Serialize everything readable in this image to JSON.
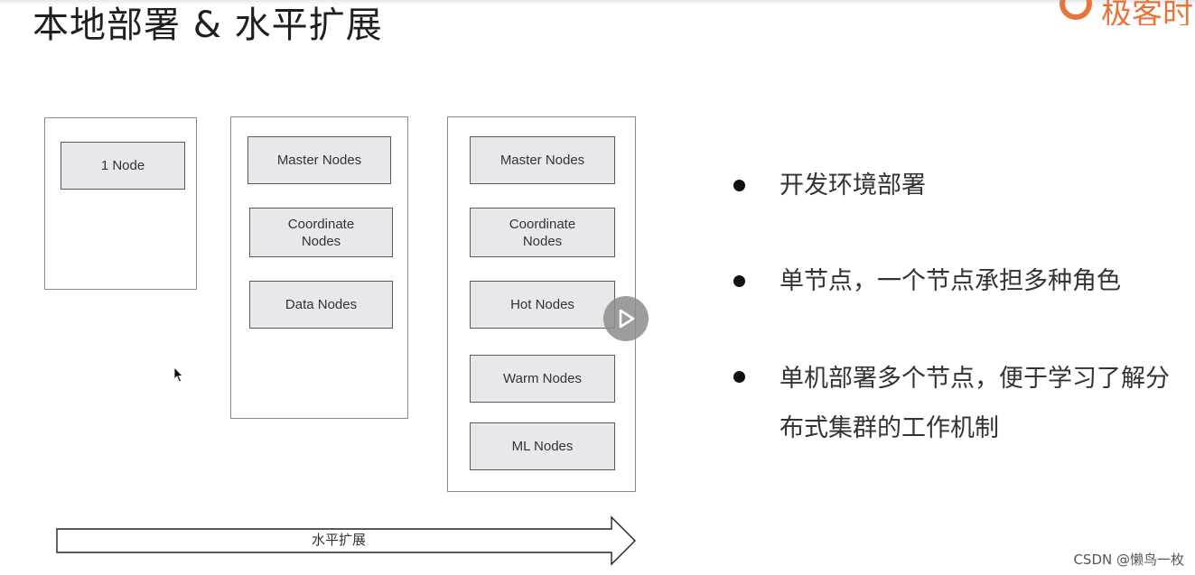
{
  "slide": {
    "title": "本地部署 & 水平扩展",
    "logo_text": "极客时"
  },
  "columns": [
    {
      "nodes": [
        "1 Node"
      ]
    },
    {
      "nodes": [
        "Master Nodes",
        "Coordinate\nNodes",
        "Data Nodes"
      ]
    },
    {
      "nodes": [
        "Master Nodes",
        "Coordinate\nNodes",
        "Hot Nodes",
        "Warm Nodes",
        "ML Nodes"
      ]
    }
  ],
  "arrow_label": "水平扩展",
  "bullets": [
    "开发环境部署",
    "单节点，一个节点承担多种角色",
    "单机部署多个节点，便于学习了解分布式集群的工作机制"
  ],
  "video": {
    "play_icon": "play-icon"
  },
  "watermark": "CSDN @懒鸟一枚",
  "colors": {
    "accent": "#e8743b",
    "node_fill": "#e6e8eb",
    "node_border": "#5a5a5a"
  }
}
